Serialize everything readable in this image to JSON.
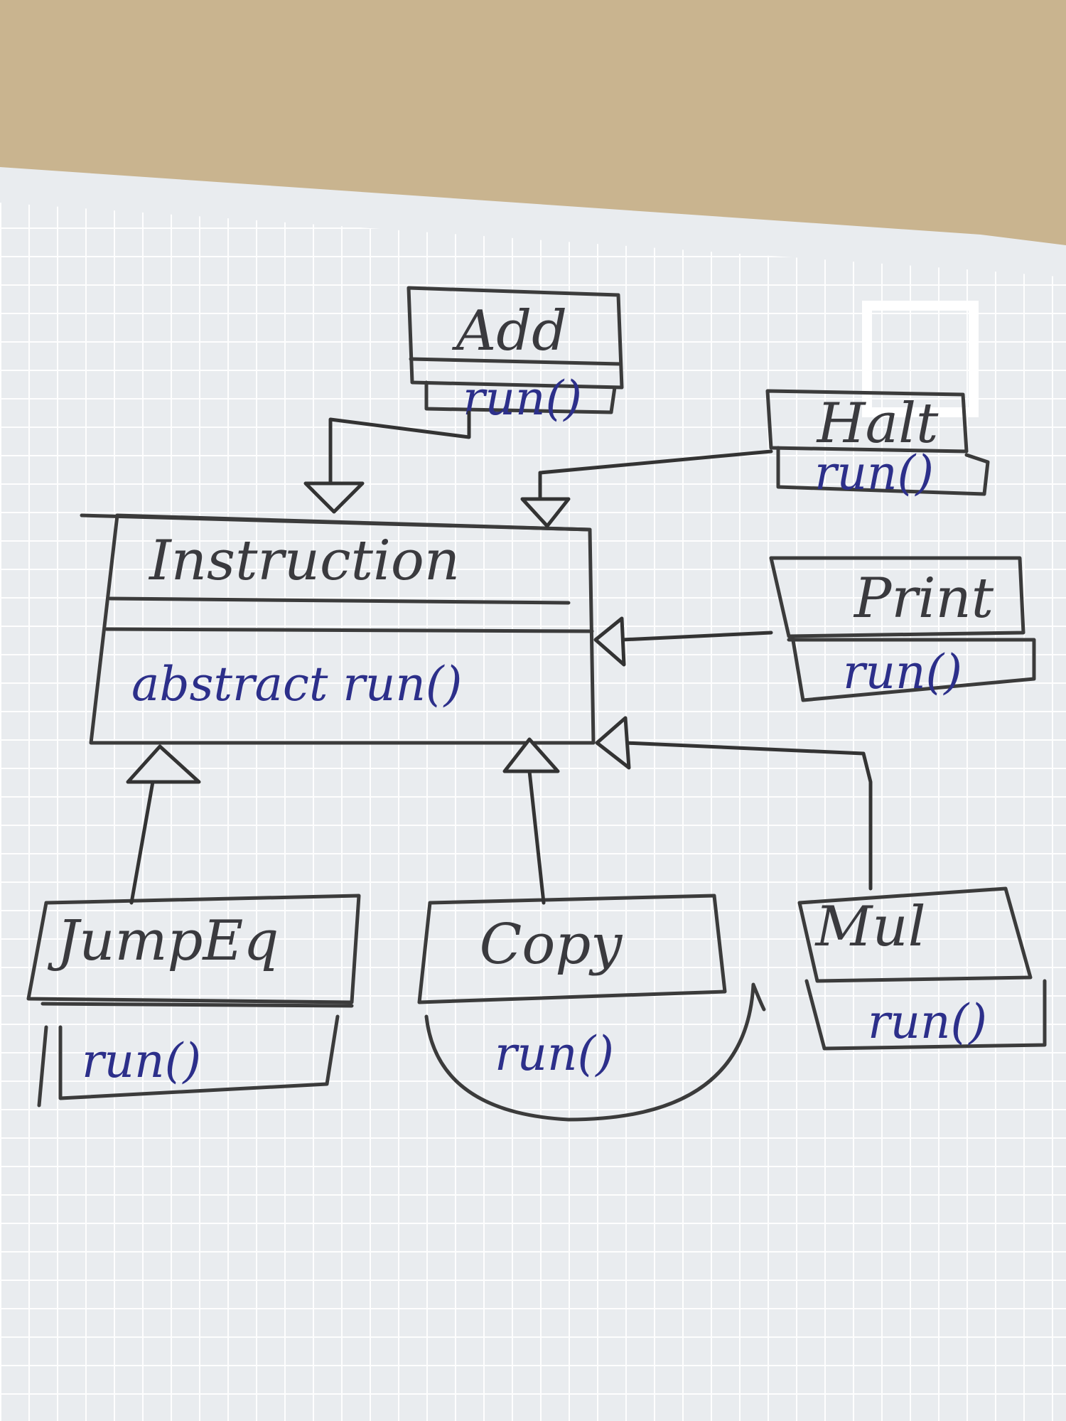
{
  "diagram": {
    "classes": [
      {
        "id": "add",
        "name": "Add",
        "method": "run()"
      },
      {
        "id": "halt",
        "name": "Halt",
        "method": "run()"
      },
      {
        "id": "instruction",
        "name": "Instruction",
        "method": "abstract run()"
      },
      {
        "id": "print",
        "name": "Print",
        "method": "run()"
      },
      {
        "id": "jumpeq",
        "name": "JumpEq",
        "method": "run()"
      },
      {
        "id": "copy",
        "name": "Copy",
        "method": "run()"
      },
      {
        "id": "mul",
        "name": "Mul",
        "method": "run()"
      }
    ],
    "relations": [
      {
        "from": "add",
        "to": "instruction",
        "type": "inheritance"
      },
      {
        "from": "halt",
        "to": "instruction",
        "type": "inheritance"
      },
      {
        "from": "print",
        "to": "instruction",
        "type": "inheritance"
      },
      {
        "from": "mul",
        "to": "instruction",
        "type": "inheritance"
      },
      {
        "from": "jumpeq",
        "to": "instruction",
        "type": "inheritance"
      },
      {
        "from": "copy",
        "to": "instruction",
        "type": "inheritance"
      }
    ]
  },
  "colors": {
    "background": "#c9b48f",
    "paper": "#e9ecef",
    "grid": "#ffffff",
    "ink_pencil": "#3a3a3e",
    "ink_pen": "#2c2f8a"
  }
}
